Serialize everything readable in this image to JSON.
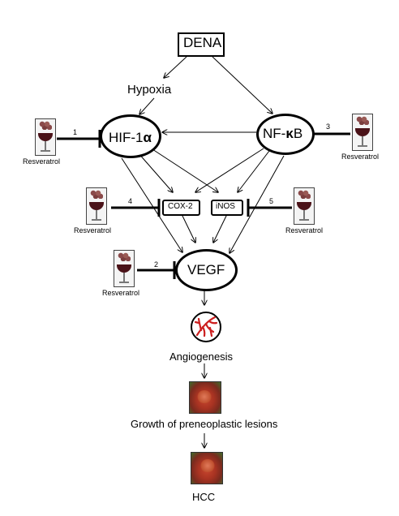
{
  "nodes": {
    "dena": "DENA",
    "hypoxia": "Hypoxia",
    "hif1a_prefix": "HIF-1",
    "hif1a_symbol": "α",
    "nfkb_prefix": "NF-",
    "nfkb_symbol": "κ",
    "nfkb_suffix": "B",
    "cox2": "COX-2",
    "inos": "iNOS",
    "vegf": "VEGF",
    "angiogenesis": "Angiogenesis",
    "growth": "Growth of preneoplastic lesions",
    "hcc": "HCC"
  },
  "inhibitors": [
    {
      "number": "1",
      "label": "Resveratrol"
    },
    {
      "number": "2",
      "label": "Resveratrol"
    },
    {
      "number": "3",
      "label": "Resveratrol"
    },
    {
      "number": "4",
      "label": "Resveratrol"
    },
    {
      "number": "5",
      "label": "Resveratrol"
    }
  ],
  "colors": {
    "line": "#000000",
    "vessel": "#cc1f1f",
    "tissue": "#b23a26"
  }
}
